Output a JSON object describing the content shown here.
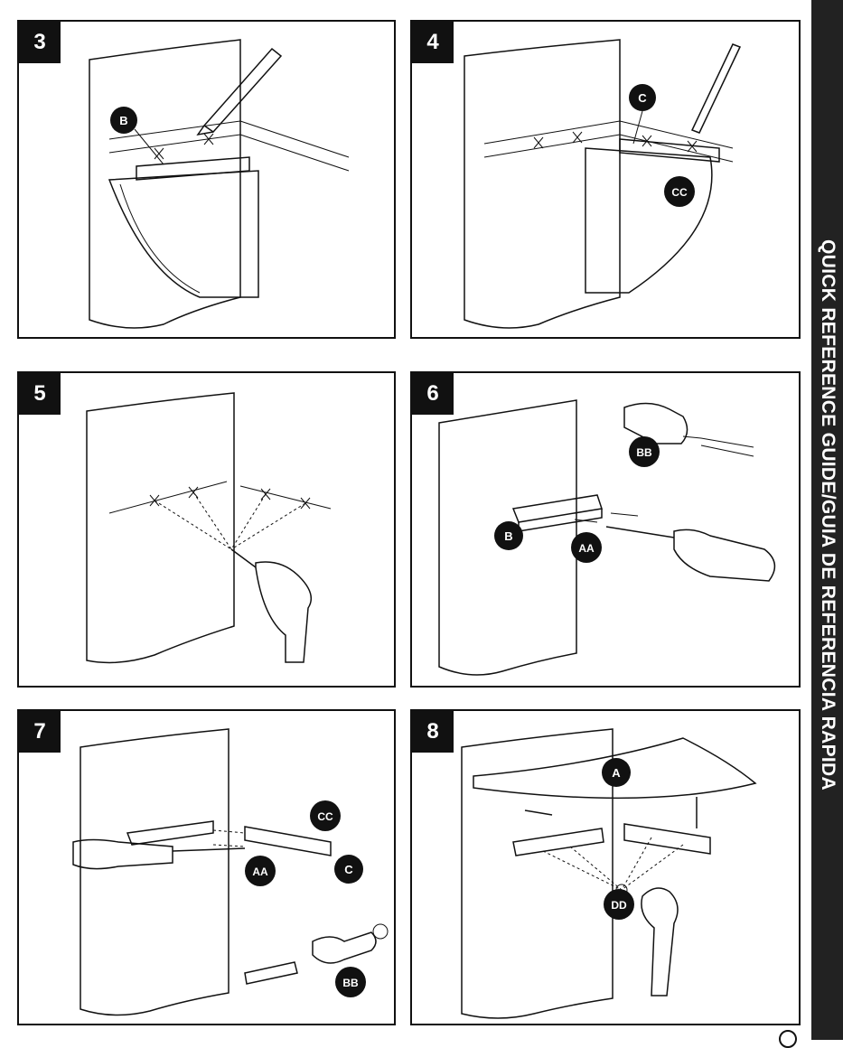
{
  "sidebar": {
    "title": "QUICK REFERENCE GUIDE/GUIA DE REFERENCIA RAPIDA"
  },
  "steps": [
    {
      "number": "3",
      "labels": [
        "B"
      ]
    },
    {
      "number": "4",
      "labels": [
        "C",
        "CC"
      ]
    },
    {
      "number": "5",
      "labels": []
    },
    {
      "number": "6",
      "labels": [
        "BB",
        "B",
        "AA"
      ]
    },
    {
      "number": "7",
      "labels": [
        "CC",
        "AA",
        "C",
        "BB"
      ]
    },
    {
      "number": "8",
      "labels": [
        "A",
        "DD"
      ]
    }
  ],
  "colors": {
    "ink": "#111111",
    "sidebar": "#222222",
    "badge_text": "#ffffff"
  }
}
